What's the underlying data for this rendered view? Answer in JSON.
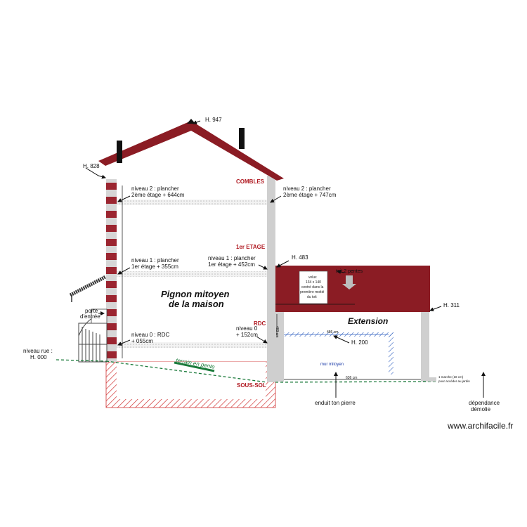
{
  "heights": {
    "roof_peak": "H. 947",
    "eave": "H. 828",
    "extension_top": "H. 483",
    "extension_eave": "H. 311",
    "extension_floor": "H. 200"
  },
  "street_level": {
    "line1": "niveau rue :",
    "line2": "H. 000"
  },
  "floors": {
    "combles": "COMBLES",
    "premier": "1er ETAGE",
    "rdc": "RDC",
    "sous_sol": "SOUS-SOL"
  },
  "levels_left": {
    "n2_line1": "niveau 2 : plancher",
    "n2_line2": "2ème étage + 644cm",
    "n1_line1": "niveau 1 : plancher",
    "n1_line2": "1er étage + 355cm",
    "n0_line1": "niveau 0 : RDC",
    "n0_line2": "+ 055cm"
  },
  "levels_right": {
    "n2_line1": "niveau 2 : plancher",
    "n2_line2": "2ème étage + 747cm",
    "n1_line1": "niveau 1 : plancher",
    "n1_line2": "1er étage + 452cm",
    "n0_line1": "niveau 0",
    "n0_line2": "+ 152cm"
  },
  "titles": {
    "pignon_line1": "Pignon mitoyen",
    "pignon_line2": "de la maison",
    "extension": "Extension"
  },
  "annotations": {
    "porte_line1": "porte",
    "porte_line2": "d'entrée",
    "terrain": "terrain en pente",
    "toit": "toit 2 pentes",
    "velux_line1": "velux",
    "velux_line2": "134 x 140",
    "velux_line3": "centré dans la",
    "velux_line4": "première moitié",
    "velux_line5": "du toit",
    "mur_mitoyen": "mur mitoyen",
    "enduit": "enduit ton pierre",
    "dependance_line1": "dépendance",
    "dependance_line2": "démolie",
    "marche_line1": "1 marche (18 cm)",
    "marche_line2": "pour accéder au jardin",
    "watermark": "www.archifacile.fr"
  },
  "dimensions": {
    "dim_486": "486 cm",
    "dim_636": "636 cm",
    "dim_483v": "483 cm"
  },
  "colors": {
    "roof": "#8b1c24",
    "wall": "#cfcfcf",
    "brick": "#9b2530",
    "terrain": "#1a7a3a",
    "hatch": "#d03030",
    "blue_hatch": "#3060c0"
  }
}
